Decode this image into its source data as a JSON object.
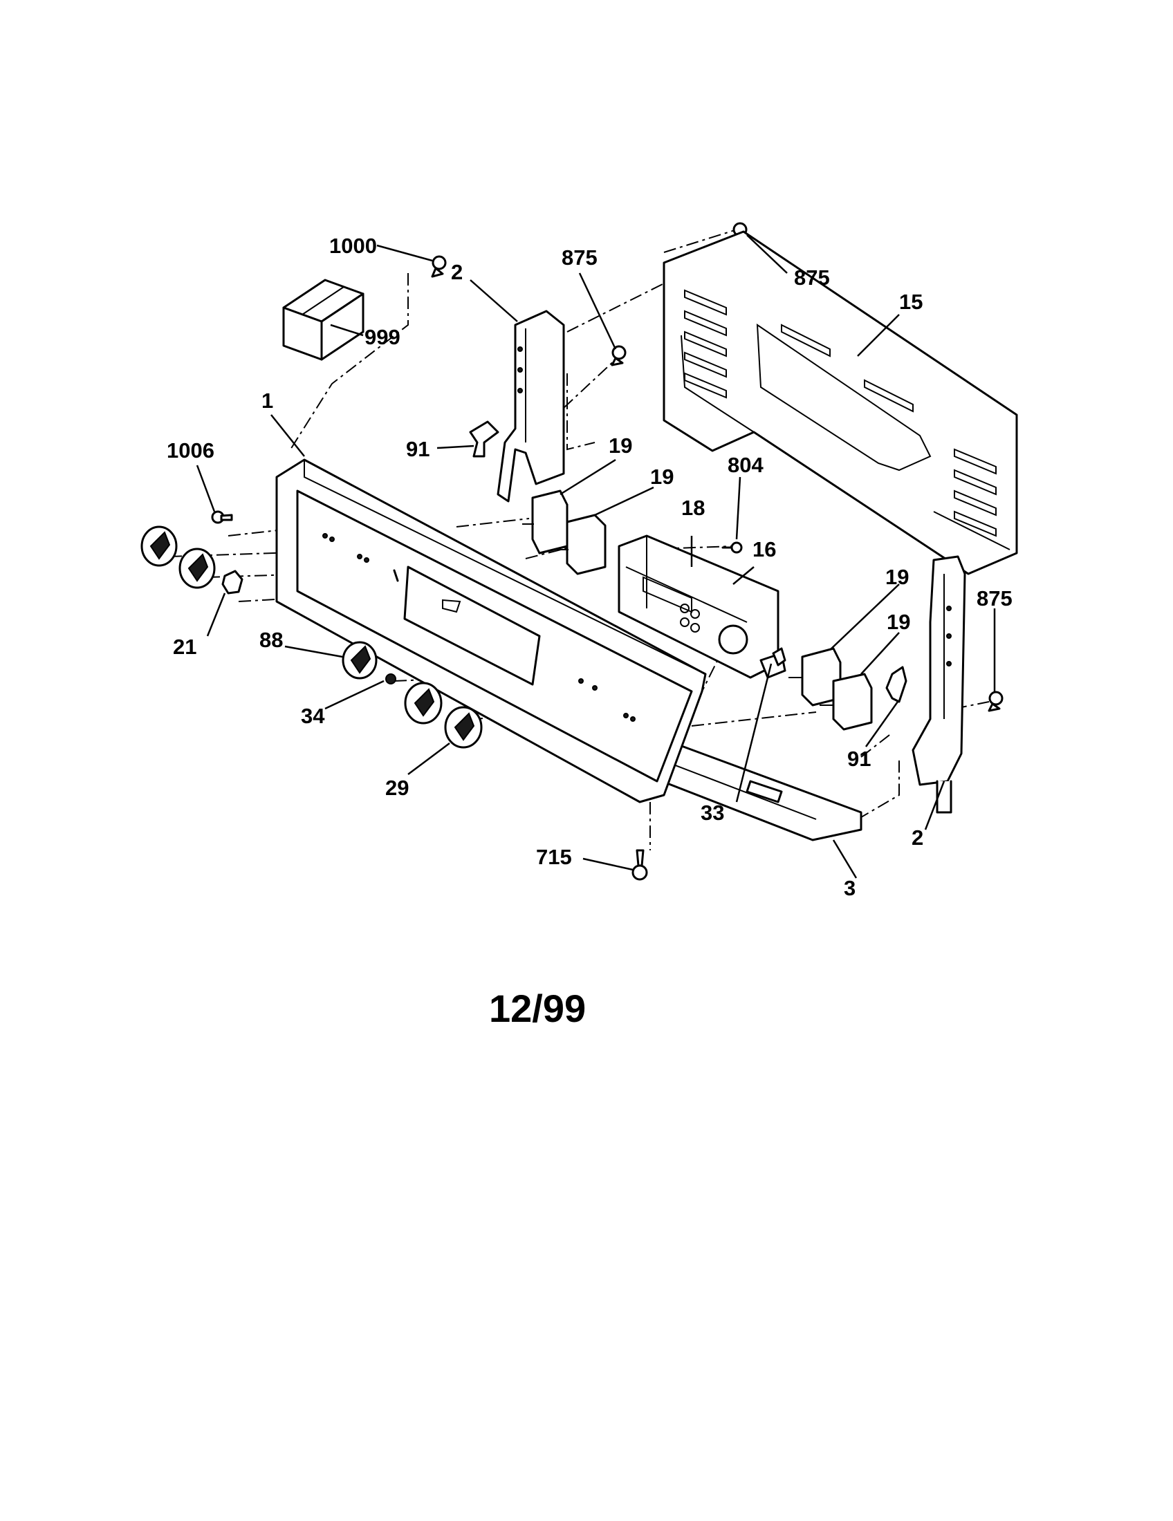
{
  "diagram": {
    "callouts": [
      {
        "id": "c1000",
        "label": "1000"
      },
      {
        "id": "c999",
        "label": "999"
      },
      {
        "id": "c2a",
        "label": "2"
      },
      {
        "id": "c875a",
        "label": "875"
      },
      {
        "id": "c875b",
        "label": "875"
      },
      {
        "id": "c15",
        "label": "15"
      },
      {
        "id": "c1",
        "label": "1"
      },
      {
        "id": "c1006",
        "label": "1006"
      },
      {
        "id": "c91a",
        "label": "91"
      },
      {
        "id": "c19a",
        "label": "19"
      },
      {
        "id": "c19b",
        "label": "19"
      },
      {
        "id": "c804",
        "label": "804"
      },
      {
        "id": "c18",
        "label": "18"
      },
      {
        "id": "c16",
        "label": "16"
      },
      {
        "id": "c19c",
        "label": "19"
      },
      {
        "id": "c875c",
        "label": "875"
      },
      {
        "id": "c19d",
        "label": "19"
      },
      {
        "id": "c21",
        "label": "21"
      },
      {
        "id": "c88",
        "label": "88"
      },
      {
        "id": "c34",
        "label": "34"
      },
      {
        "id": "c91b",
        "label": "91"
      },
      {
        "id": "c29",
        "label": "29"
      },
      {
        "id": "c33",
        "label": "33"
      },
      {
        "id": "c2b",
        "label": "2"
      },
      {
        "id": "c715",
        "label": "715"
      },
      {
        "id": "c3",
        "label": "3"
      }
    ],
    "footer_date": "12/99"
  }
}
